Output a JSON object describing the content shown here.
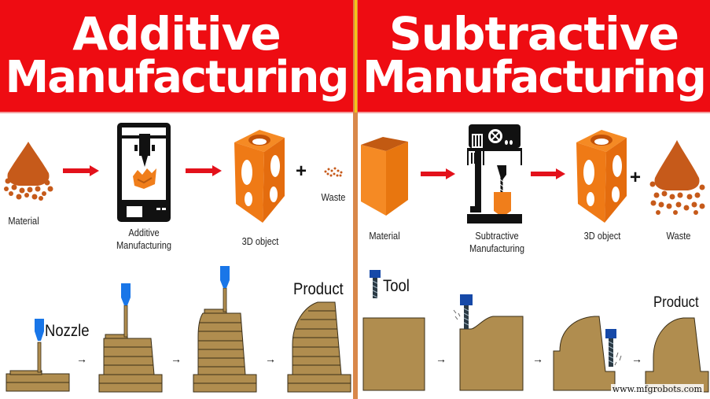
{
  "colors": {
    "banner_red": "#ee0c12",
    "banner_text": "#ffffff",
    "divider_orange": "#d9884a",
    "divider_yellow": "#f6c514",
    "material_orange": "#f07e1b",
    "material_rust": "#c65a1a",
    "arrow_red": "#e3111b",
    "layer_tan": "#b08d4f",
    "nozzle_blue": "#1976e8",
    "tool_blue": "#1649a8",
    "machine_black": "#111111"
  },
  "additive": {
    "title_line1": "Additive",
    "title_line2": "Manufacturing",
    "flow": {
      "material_label": "Material",
      "process_label_line1": "Additive",
      "process_label_line2": "Manufacturing",
      "object_label": "3D object",
      "plus": "+",
      "waste_label": "Waste"
    },
    "steps": {
      "nozzle_label": "Nozzle",
      "product_label": "Product",
      "arrow": "→"
    }
  },
  "subtractive": {
    "title_line1": "Subtractive",
    "title_line2": "Manufacturing",
    "flow": {
      "material_label": "Material",
      "process_label_line1": "Subtractive",
      "process_label_line2": "Manufacturing",
      "object_label": "3D object",
      "plus": "+",
      "waste_label": "Waste"
    },
    "steps": {
      "tool_label": "Tool",
      "product_label": "Product",
      "arrow": "→"
    }
  },
  "watermark": "www.mfgrobots.com"
}
